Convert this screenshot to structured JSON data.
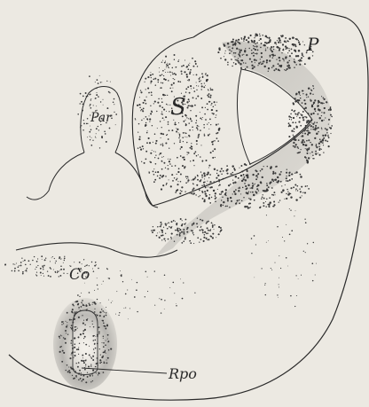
{
  "figure": {
    "labels": {
      "p": "P",
      "s": "S",
      "par": "Par",
      "co": "Co",
      "rpo": "Rpo"
    },
    "colors": {
      "paper": "#ece9e2",
      "ink": "#2a2a2a",
      "stipple": "#3a3a3a"
    }
  }
}
